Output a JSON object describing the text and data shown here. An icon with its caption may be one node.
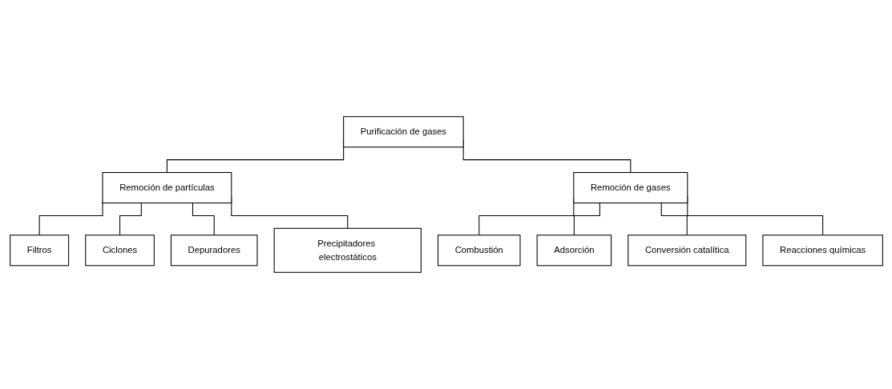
{
  "diagram": {
    "nodes": [
      {
        "text": [
          "Purificación de gases"
        ]
      },
      {
        "text": [
          "Remoción de partículas"
        ]
      },
      {
        "text": [
          "Remoción de gases"
        ]
      },
      {
        "text": [
          "Filtros"
        ]
      },
      {
        "text": [
          "Ciclones"
        ]
      },
      {
        "text": [
          "Depuradores"
        ]
      },
      {
        "text": [
          "Precipitadores electrostáticos"
        ]
      },
      {
        "text": [
          "Combustión"
        ]
      },
      {
        "text": [
          "Adsorción"
        ]
      },
      {
        "text": [
          "Conversión catalítica"
        ]
      },
      {
        "text": [
          "Reacciones químicas"
        ]
      }
    ],
    "edges": [
      {
        "from": 0,
        "to": 1,
        "arrow": "none"
      },
      {
        "from": 0,
        "to": 2,
        "arrow": "none"
      },
      {
        "from": 1,
        "to": 3,
        "arrow": "none"
      },
      {
        "from": 1,
        "to": 4,
        "arrow": "none"
      },
      {
        "from": 1,
        "to": 5,
        "arrow": "none"
      },
      {
        "from": 1,
        "to": 6,
        "arrow": "none"
      },
      {
        "from": 2,
        "to": 7,
        "arrow": "none"
      },
      {
        "from": 2,
        "to": 8,
        "arrow": "none"
      },
      {
        "from": 2,
        "to": 9,
        "arrow": "none"
      },
      {
        "from": 2,
        "to": 10,
        "arrow": "none"
      }
    ]
  }
}
